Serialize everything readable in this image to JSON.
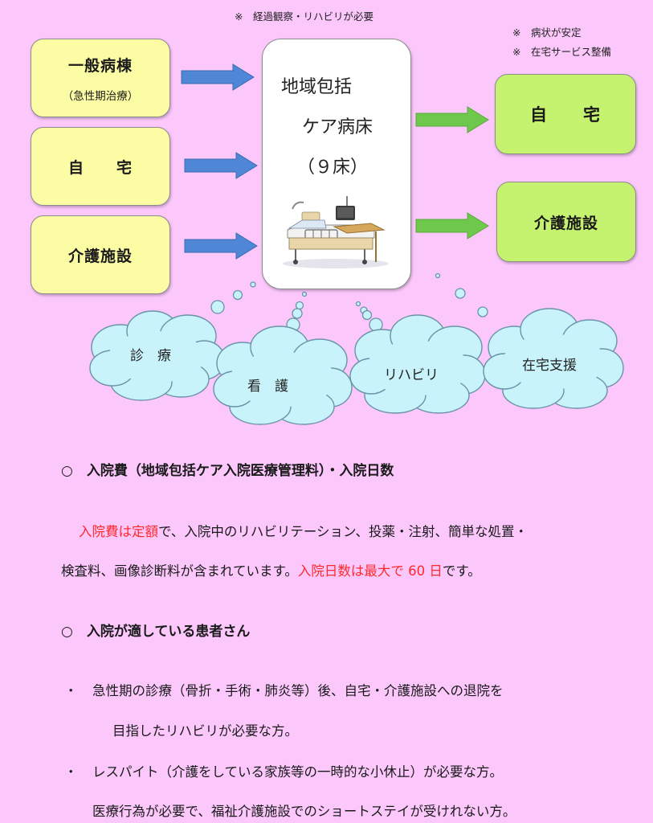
{
  "notes": {
    "top": "※　経過観察・リハビリが必要",
    "right_line1": "※　病状が安定",
    "right_line2": "※　在宅サービス整備"
  },
  "sources": [
    {
      "title": "一般病棟",
      "subtitle": "（急性期治療）"
    },
    {
      "title": "自　　宅"
    },
    {
      "title": "介護施設"
    }
  ],
  "center": {
    "line1": "地域包括",
    "line2": "ケア病床",
    "line3": "（９床）",
    "image": "hospital-bed-icon"
  },
  "destinations": [
    {
      "title": "自　　宅"
    },
    {
      "title": "介護施設"
    }
  ],
  "clouds": [
    {
      "label": "診　療"
    },
    {
      "label": "看　護"
    },
    {
      "label": "リハビリ"
    },
    {
      "label": "在宅支援"
    }
  ],
  "section1": {
    "heading": "○　入院費（地域包括ケア入院医療管理料）・入院日数",
    "p1_red": "入院費は定額",
    "p1_rest": "で、入院中のリハビリテーション、投薬・注射、簡単な処置・",
    "p2_pre": "検査料、画像診断料が含まれています。",
    "p2_red": "入院日数は最大で 60 日",
    "p2_post": "です。"
  },
  "section2": {
    "heading": "○　入院が適している患者さん",
    "items": [
      {
        "bullet": "・",
        "line1": "急性期の診療（骨折・手術・肺炎等）後、自宅・介護施設への退院を",
        "line2": "目指したリハビリが必要な方。"
      },
      {
        "bullet": "・",
        "line1": "レスパイト（介護をしている家族等の一時的な小休止）が必要な方。",
        "line2": "医療行為が必要で、福祉介護施設でのショートステイが受けれない方。"
      }
    ]
  },
  "colors": {
    "background": "#fcc8fc",
    "source_box": "#fcfca4",
    "destination_box": "#c6f36f",
    "arrow_blue": "#4f86d6",
    "arrow_green": "#6ec84b",
    "cloud": "#c9f3fb",
    "highlight": "#ff2a2a"
  }
}
